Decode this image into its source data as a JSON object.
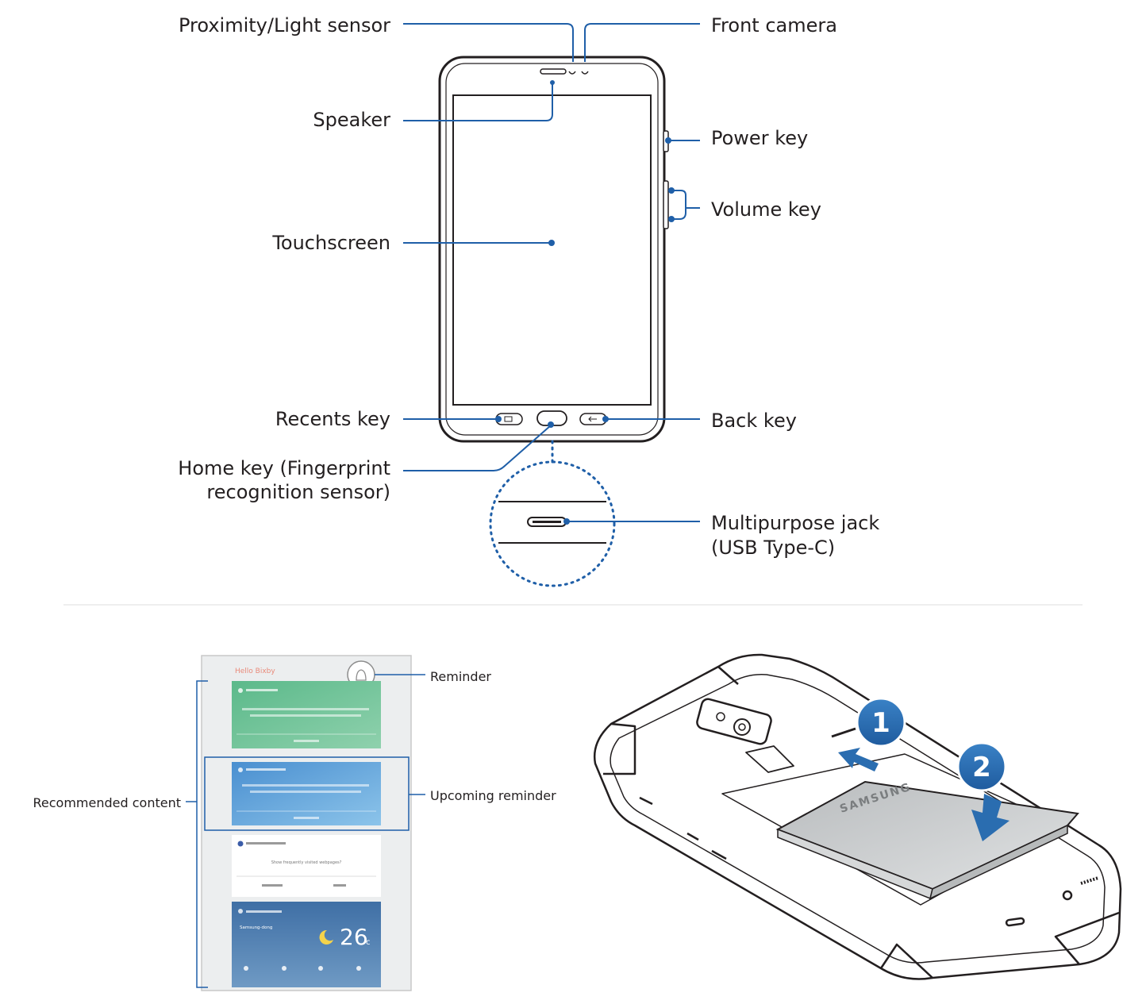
{
  "front_diagram": {
    "labels": {
      "proximity": "Proximity/Light sensor",
      "front_camera": "Front camera",
      "speaker": "Speaker",
      "power_key": "Power key",
      "volume_key": "Volume key",
      "touchscreen": "Touchscreen",
      "recents_key": "Recents key",
      "back_key": "Back key",
      "home_key_line1": "Home key (Fingerprint",
      "home_key_line2": "recognition sensor)",
      "jack_line1": "Multipurpose jack",
      "jack_line2": "(USB Type-C)"
    }
  },
  "bixby_diagram": {
    "labels": {
      "reminder": "Reminder",
      "recommended": "Recommended content",
      "upcoming": "Upcoming reminder"
    },
    "screen": {
      "greeting": "Hello Bixby",
      "card_weather_temp": "26",
      "card_weather_unit": "c",
      "card_weather_city": "Samsung-dong",
      "card_visited_text": "Show frequently visited webpages?"
    }
  },
  "battery_diagram": {
    "brand": "SAMSUNG",
    "step1": "1",
    "step2": "2"
  },
  "colors": {
    "leader_line": "#1f5fa8",
    "outline": "#231f20",
    "step_circle": "#2a6db0",
    "card_green": "#6fc39a",
    "card_blue": "#5aa3db",
    "card_weather": "#4f7fb3",
    "battery": "#c9cbcc"
  }
}
